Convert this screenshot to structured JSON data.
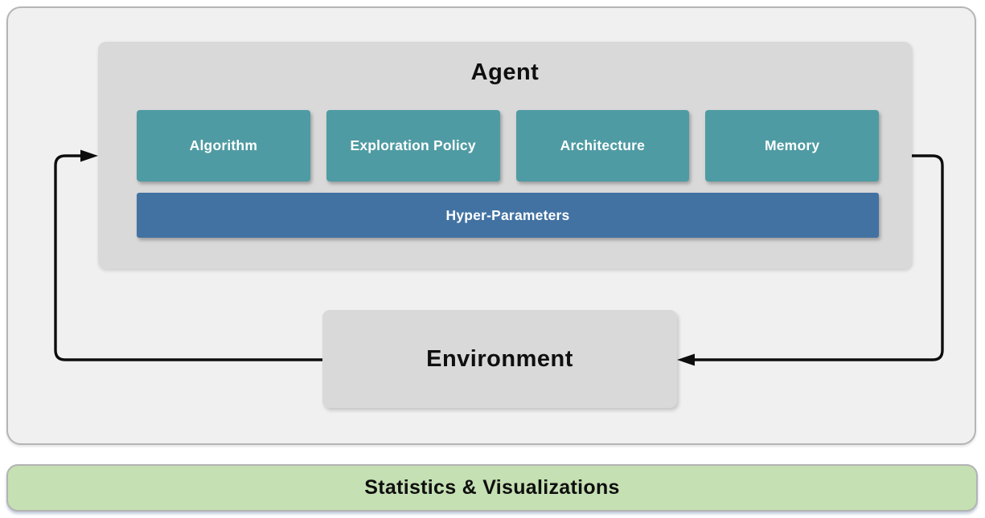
{
  "agent": {
    "title": "Agent",
    "components": [
      {
        "label": "Algorithm"
      },
      {
        "label": "Exploration Policy"
      },
      {
        "label": "Architecture"
      },
      {
        "label": "Memory"
      }
    ],
    "hyper_parameters": "Hyper-Parameters"
  },
  "environment": {
    "title": "Environment"
  },
  "footer": {
    "label": "Statistics & Visualizations"
  },
  "arrows": [
    {
      "name": "environment-to-agent",
      "description": "loop arrow entering Agent left edge"
    },
    {
      "name": "agent-to-environment",
      "description": "loop arrow entering Environment right edge"
    }
  ],
  "colors": {
    "panel_background": "#f0f0f1",
    "panel_border": "#b5b5b5",
    "box_gray": "#d9d9d9",
    "component_teal": "#4f9ba3",
    "hyper_parameters_blue": "#4272a2",
    "footer_green": "#c5e0b3",
    "arrow_black": "#0d0d0d",
    "text_dark": "#0f0f0f",
    "text_light": "#ffffff"
  }
}
